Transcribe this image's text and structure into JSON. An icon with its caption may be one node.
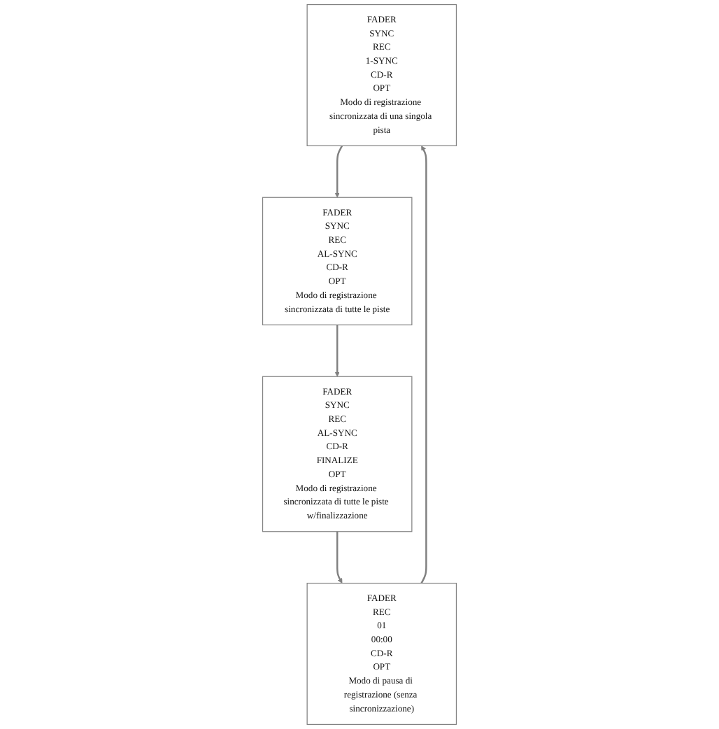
{
  "diagram": {
    "nodes": [
      {
        "text": [
          "FADER",
          "SYNC",
          "REC",
          "1-SYNC",
          "CD-R",
          "OPT",
          "Modo di registrazione sincronizzata di una singola pista"
        ]
      },
      {
        "text": [
          "FADER",
          "SYNC",
          "REC",
          "AL-SYNC",
          "CD-R",
          "OPT",
          "Modo di registrazione sincronizzata di tutte le piste"
        ]
      },
      {
        "text": [
          "FADER",
          "SYNC",
          "REC",
          "AL-SYNC",
          "CD-R",
          "FINALIZE",
          "OPT",
          "Modo di registrazione sincronizzata di tutte le piste w/finalizzazione"
        ]
      },
      {
        "text": [
          "FADER",
          "REC",
          "01",
          "00:00",
          "CD-R",
          "OPT",
          "Modo di pausa di registrazione (senza sincronizzazione)"
        ]
      }
    ],
    "edges": [
      {
        "from": 0,
        "to": 1,
        "arrow": "to"
      },
      {
        "from": 1,
        "to": 2,
        "arrow": "to"
      },
      {
        "from": 2,
        "to": 3,
        "arrow": "to"
      },
      {
        "from": 3,
        "to": 0,
        "arrow": "to"
      }
    ]
  }
}
